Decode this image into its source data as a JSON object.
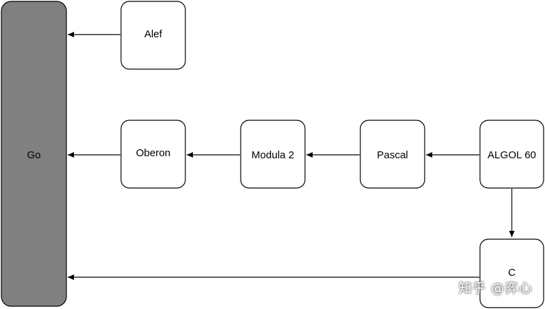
{
  "diagram": {
    "nodes": {
      "go": "Go",
      "alef": "Alef",
      "oberon": "Oberon",
      "modula2": "Modula 2",
      "pascal": "Pascal",
      "algol60": "ALGOL 60",
      "c": "C"
    },
    "edges": [
      {
        "from": "alef",
        "to": "go"
      },
      {
        "from": "oberon",
        "to": "go"
      },
      {
        "from": "modula2",
        "to": "oberon"
      },
      {
        "from": "pascal",
        "to": "modula2"
      },
      {
        "from": "algol60",
        "to": "pascal"
      },
      {
        "from": "algol60",
        "to": "c"
      },
      {
        "from": "c",
        "to": "go"
      }
    ],
    "colors": {
      "go_fill": "#808080",
      "node_fill": "#ffffff",
      "stroke": "#000000"
    }
  },
  "watermark": "知乎 @弈心"
}
